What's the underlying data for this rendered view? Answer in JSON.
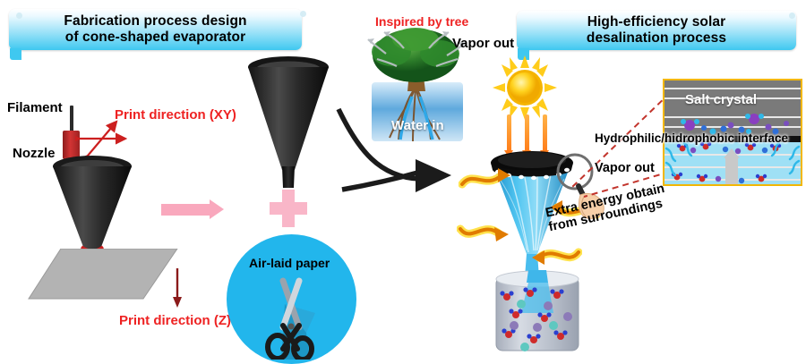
{
  "figure": {
    "type": "schematic-diagram",
    "panels": 3
  },
  "left_panel": {
    "banner_title_line1": "Fabrication process design",
    "banner_title_line2": "of cone-shaped evaporator",
    "labels": {
      "filament": "Filament",
      "nozzle": "Nozzle",
      "print_direction_xy": "Print direction (XY)",
      "print_direction_z": "Print direction (Z)",
      "air_laid_paper": "Air-laid paper"
    },
    "icons": {
      "pink_right_arrow": "right-arrow-icon",
      "pink_plus": "plus-icon",
      "scissors": "scissors-icon"
    },
    "colors": {
      "accent_red": "#ee2222",
      "pink_arrow": "#f9a8bd",
      "disc_blue": "#22b6ec",
      "cone_black": "#0d0d0d",
      "plate_gray": "#b3b3b3"
    }
  },
  "center_panel": {
    "labels": {
      "inspired_by_tree": "Inspired by tree",
      "vapor_out": "Vapor out",
      "water_in": "Water in"
    },
    "icons": {
      "tree": "tree-icon",
      "big_curved_arrow": "curved-arrow-icon"
    },
    "colors": {
      "inspired_text": "#ee2222",
      "canopy_green": "#1c6b22",
      "water_blue": "#7fbfe8"
    }
  },
  "right_panel": {
    "banner_title_line1": "High-efficiency solar",
    "banner_title_line2": "desalination process",
    "labels": {
      "extra_energy_line1": "Extra energy obtain",
      "extra_energy_line2": "from surroundings",
      "vapor_out": "Vapor out"
    },
    "icons": {
      "sun": "sun-icon",
      "light_beams": "light-beam-icon",
      "magnifier": "magnifier-icon",
      "hand": "hand-icon",
      "collection_jar": "jar-icon",
      "heat_wiggle_arrows": "wavy-arrow-icon"
    },
    "colors": {
      "sun_yellow": "#ffd21e",
      "beam_orange": "#ff7a18",
      "evaporator_black": "#0c0c0c",
      "water_blue": "#29a8e0"
    }
  },
  "inset_panel": {
    "labels": {
      "salt_crystal": "Salt crystal",
      "interface": "Hydrophilic/hidrophobic interface",
      "vapor_out": "Vapor out"
    },
    "colors": {
      "border_gold": "#f2b705",
      "top_gray": "#7a7a7a",
      "bottom_cyan": "#9fe0f5",
      "interface_black": "#111111"
    },
    "icons": {
      "salt_ions": "ion-particle-icon",
      "water_molecules": "water-molecule-icon",
      "vapor_up_arrow": "up-arrow-icon",
      "polymer_chains": "polymer-chain-icon"
    }
  }
}
